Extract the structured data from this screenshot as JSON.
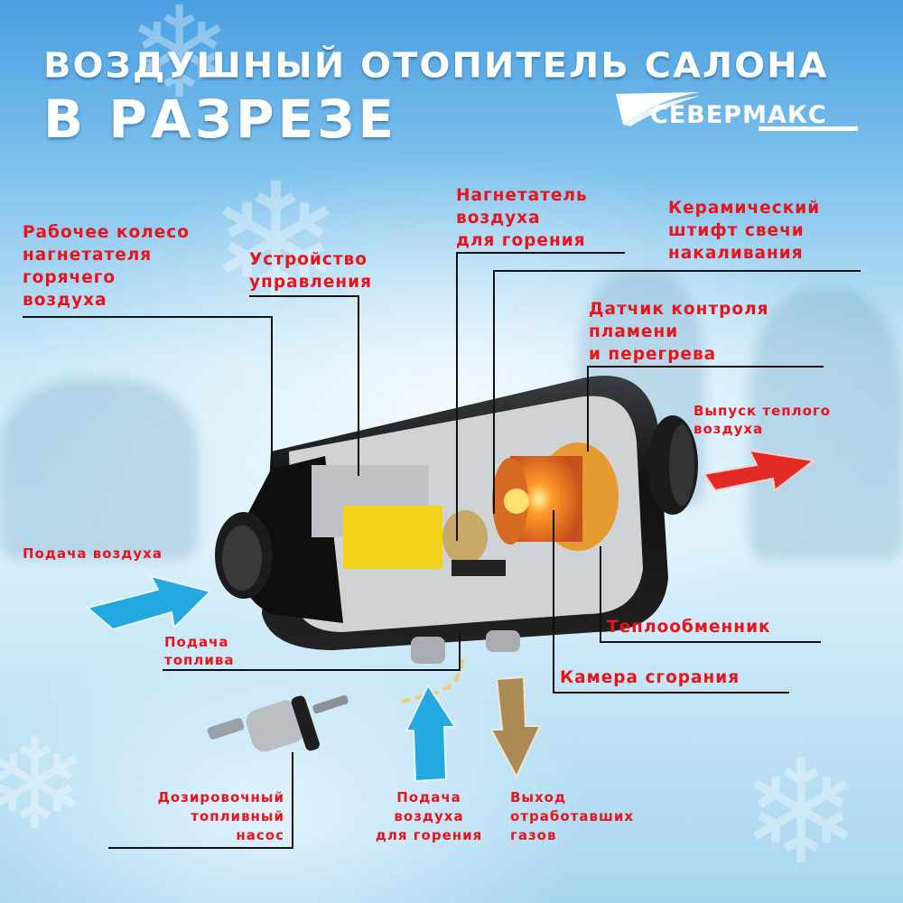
{
  "header": {
    "title_line1": "ВОЗДУШНЫЙ ОТОПИТЕЛЬ САЛОНА",
    "title_line2": "В РАЗРЕЗЕ",
    "brand": "СЕВЕРМАКС"
  },
  "colors": {
    "label": "#e8131b",
    "arrow_air": "#23a8e0",
    "arrow_hot": "#e42a26",
    "arrow_exhaust": "#ab8a55",
    "leader_line": "#111111"
  },
  "labels": {
    "impeller": [
      "Рабочее колесо",
      "нагнетателя",
      "горячего",
      "воздуха"
    ],
    "control_unit": [
      "Устройство",
      "управления"
    ],
    "combustion_blower": [
      "Нагнетатель",
      "воздуха",
      "для горения"
    ],
    "glow_pin": [
      "Керамический",
      "штифт свечи",
      "накаливания"
    ],
    "flame_sensor": [
      "Датчик контроля",
      "пламени",
      "и перегрева"
    ],
    "warm_air_out": [
      "Выпуск теплого",
      "воздуха"
    ],
    "air_in": [
      "Подача воздуха"
    ],
    "fuel_in": [
      "Подача",
      "топлива"
    ],
    "heat_exchanger": [
      "Теплообменник"
    ],
    "combustion_chamber": [
      "Камера сгорания"
    ],
    "fuel_pump": [
      "Дозировочный",
      "топливный",
      "насос"
    ],
    "combustion_air_in": [
      "Подача",
      "воздуха",
      "для горения"
    ],
    "exhaust_out": [
      "Выход",
      "отработавших",
      "газов"
    ]
  },
  "icons": {
    "air_intake_arrow": "arrow-right-blue",
    "warm_air_arrow": "arrow-right-red",
    "combustion_air_arrow": "arrow-up-blue",
    "exhaust_arrow": "arrow-down-brown",
    "snowflake": "snowflake"
  }
}
